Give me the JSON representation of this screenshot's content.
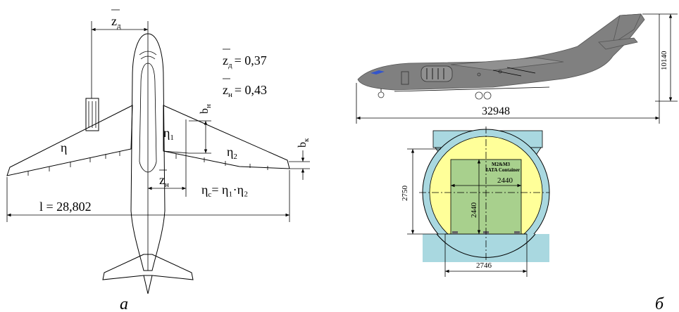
{
  "left_diagram": {
    "zd_label": "z",
    "zd_sub": "д",
    "zn_label": "z",
    "zn_sub": "н",
    "eq_zd": "= 0,37",
    "eq_zn": "= 0,43",
    "bn_label": "b",
    "bn_sub": "н",
    "bk_label": "b",
    "bk_sub": "к",
    "eta": "η",
    "eta1": "η",
    "eta1_sub": "1",
    "eta2": "η",
    "eta2_sub": "2",
    "eta_c_eq": "η",
    "eta_c_sub": "с",
    "eta_c_rhs": "= η₁·η₂",
    "span_label": "l = 28,802",
    "panel_label": "а"
  },
  "right_diagram": {
    "length_label": "32948",
    "height_label": "10140",
    "container_title_1": "M2&M3",
    "container_title_2": "IATA Container",
    "container_width": "2440",
    "container_height": "2440",
    "section_height": "2750",
    "floor_width": "2746",
    "panel_label": "б",
    "colors": {
      "fuselage": "#808080",
      "ring": "#a9d8e0",
      "inner": "#ffff99",
      "container": "#a8d08d",
      "window": "#3355cc"
    }
  }
}
